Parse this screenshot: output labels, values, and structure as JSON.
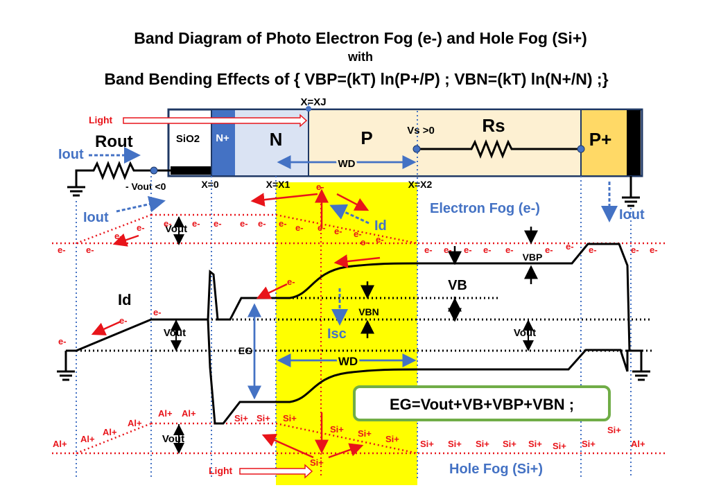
{
  "title": {
    "line1": "Band Diagram of Photo Electron Fog (e-) and Hole Fog (Si+)",
    "line2": "with",
    "line3": "Band Bending Effects of { VBP=(kT) ln(P+/P) ; VBN=(kT) ln(N+/N) ;}"
  },
  "device": {
    "sio2": "SiO2",
    "nplus": "N+",
    "n": "N",
    "p": "P",
    "pplus": "P+",
    "rs": "Rs",
    "vs": "Vs >0",
    "wd": "WD",
    "xj": "X=XJ",
    "x0": "X=0",
    "x1": "X=X1",
    "x2": "X=X2",
    "rout": "Rout",
    "vout_neg": "- Vout <0",
    "light": "Light"
  },
  "labels": {
    "iout": "Iout",
    "id": "Id",
    "isc": "Isc",
    "vout": "Vout",
    "vb": "VB",
    "vbn": "VBN",
    "vbp": "VBP",
    "eg": "EG",
    "wd": "WD",
    "electron_fog": "Electron Fog (e-)",
    "hole_fog": "Hole Fog (Si+)",
    "equation": "EG=Vout+VB+VBP+VBN ;",
    "light": "Light",
    "e": "e-",
    "si": "Si+",
    "al": "Al+"
  },
  "colors": {
    "n_plus": "#4472c4",
    "n_region": "#dae3f3",
    "p_region": "#fdf0d2",
    "p_plus": "#ffd966",
    "depletion": "#ffff00",
    "electron": "#e8141a",
    "hole": "#e8141a",
    "label_blue": "#4472c4",
    "equation_border": "#70ad47"
  }
}
